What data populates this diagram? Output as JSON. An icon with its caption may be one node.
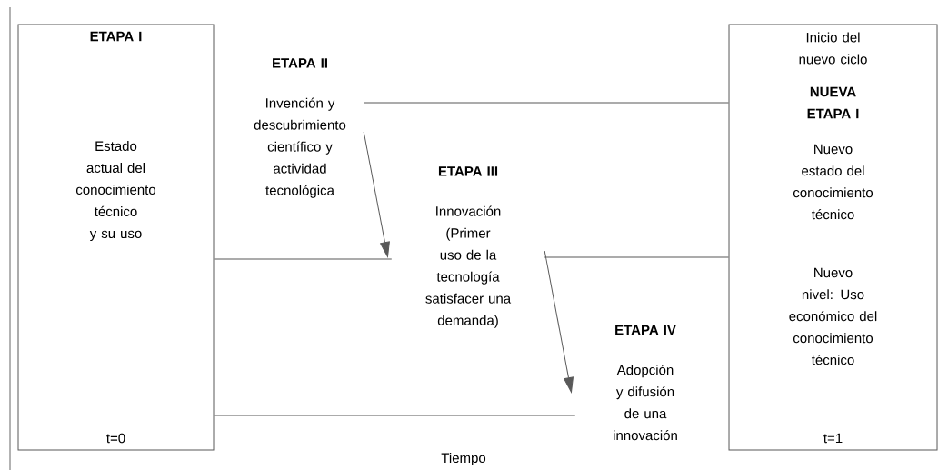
{
  "diagram": {
    "nodes": [
      {
        "text": [
          "ETAPA I",
          "Estado actual del conocimiento técnico y su uso",
          "t=0"
        ]
      },
      {
        "text": [
          "ETAPA II",
          "Invención y descubrimiento científico y actividad tecnológica"
        ]
      },
      {
        "text": [
          "ETAPA III",
          "Innovación (Primer uso de la tecnología satisfacer una demanda)"
        ]
      },
      {
        "text": [
          "ETAPA IV",
          "Adopción y difusión de una innovación"
        ]
      },
      {
        "text": [
          "Inicio del nuevo ciclo",
          "NUEVA ETAPA I",
          "Nuevo estado del conocimiento técnico",
          "Nuevo nivel: Uso económico del conocimiento técnico",
          "t=1"
        ]
      }
    ],
    "edges": [
      {
        "from": 1,
        "to": 4,
        "arrow": "none"
      },
      {
        "from": 0,
        "to": 2,
        "arrow": "none"
      },
      {
        "from": 2,
        "to": 4,
        "arrow": "none"
      },
      {
        "from": 0,
        "to": 3,
        "arrow": "none"
      },
      {
        "from": 1,
        "to": 2,
        "arrow": "to"
      },
      {
        "from": 2,
        "to": 3,
        "arrow": "to"
      }
    ],
    "labels": [
      "Tiempo"
    ]
  }
}
